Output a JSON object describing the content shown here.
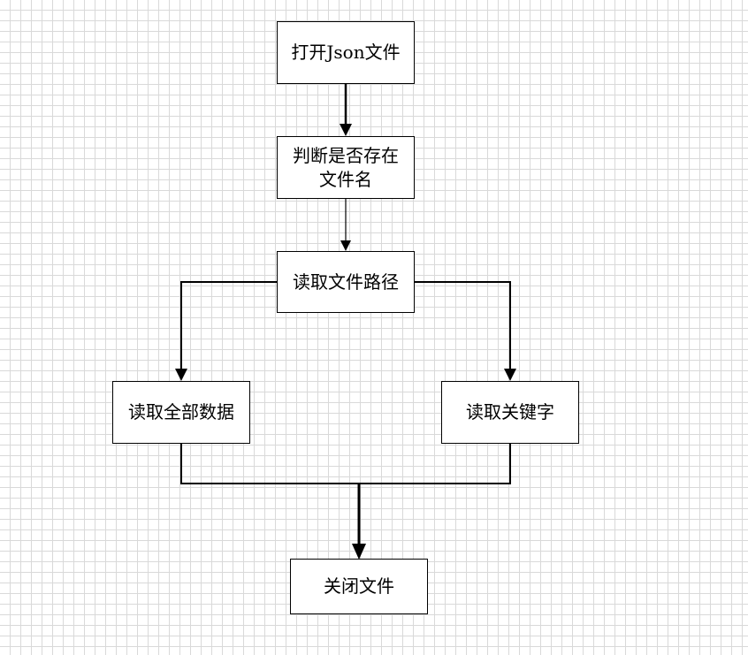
{
  "diagram": {
    "nodes": {
      "open": {
        "label": "打开Json文件"
      },
      "check": {
        "line1": "判断是否存在",
        "line2": "文件名"
      },
      "read_path": {
        "label": "读取文件路径"
      },
      "read_all": {
        "label": "读取全部数据"
      },
      "read_keys": {
        "label": "读取关键字"
      },
      "close": {
        "label": "关闭文件"
      }
    },
    "edges": [
      {
        "from": "open",
        "to": "check"
      },
      {
        "from": "check",
        "to": "read_path"
      },
      {
        "from": "read_path",
        "to": "read_all"
      },
      {
        "from": "read_path",
        "to": "read_keys"
      },
      {
        "from": "read_all",
        "to": "close"
      },
      {
        "from": "read_keys",
        "to": "close"
      }
    ],
    "colors": {
      "line": "#000000",
      "node_border": "#000000",
      "node_fill": "#ffffff",
      "grid": "#d9d9d9"
    }
  }
}
